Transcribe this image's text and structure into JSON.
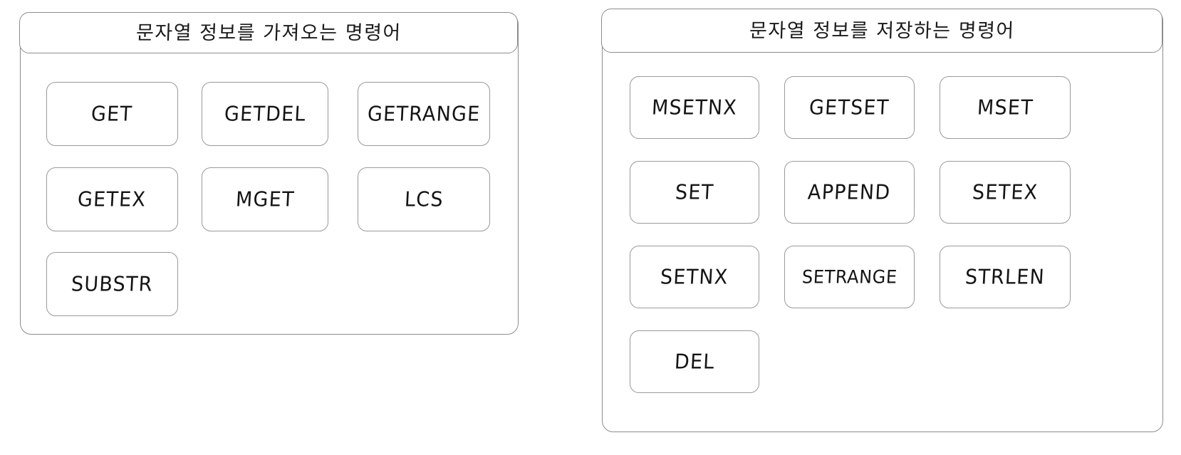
{
  "diagram": {
    "title_bar_style": "rounded-outline",
    "border_color": "#8c8c8c",
    "chip_border_color": "#9a9a9a",
    "text_color": "#141414",
    "background": "#ffffff"
  },
  "panels": [
    {
      "id": "read-commands",
      "title": "문자열 정보를 가져오는 명령어",
      "rows": [
        [
          {
            "label": "GET"
          },
          {
            "label": "GETDEL"
          },
          {
            "label": "GETRANGE"
          }
        ],
        [
          {
            "label": "GETEX"
          },
          {
            "label": "MGET"
          },
          {
            "label": "LCS"
          }
        ],
        [
          {
            "label": "SUBSTR"
          }
        ]
      ]
    },
    {
      "id": "write-commands",
      "title": "문자열 정보를 저장하는 명령어",
      "rows": [
        [
          {
            "label": "MSETNX"
          },
          {
            "label": "GETSET"
          },
          {
            "label": "MSET"
          }
        ],
        [
          {
            "label": "SET"
          },
          {
            "label": "APPEND"
          },
          {
            "label": "SETEX"
          }
        ],
        [
          {
            "label": "SETNX"
          },
          {
            "label": "SETRANGE"
          },
          {
            "label": "STRLEN"
          }
        ],
        [
          {
            "label": "DEL"
          }
        ]
      ]
    }
  ]
}
